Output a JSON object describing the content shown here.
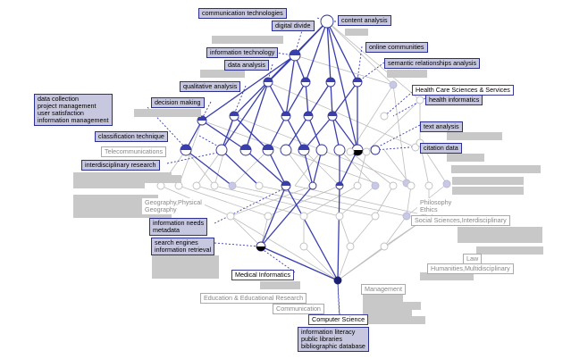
{
  "labels": {
    "l1": "communication technologies",
    "l2": "content analysis",
    "l3": "digital divide",
    "l4": "information technology",
    "l5": "online communities",
    "l6": "data analysis",
    "l7": "semantic relationships analysis",
    "l8": "qualitative analysis",
    "l9": "Health Care Sciences & Services",
    "l10": "health informatics",
    "l11": "decision making",
    "l12": "data collection\nproject management\nuser satisfaction\ninformation management",
    "l13": "text analysis",
    "l14": "classification technique",
    "l15": "citation data",
    "l16": "Telecommunications",
    "l17": "interdisciplinary research",
    "l18": "Geography,Physical\nGeography",
    "l19": "Philosophy\nEthics",
    "l20": "information needs\nmetadata",
    "l21": "Social Sciences,Interdisciplinary",
    "l22": "search engines\ninformation retrieval",
    "l23": "Law",
    "l24": "Humanities,Multidisciplinary",
    "l25": "Medical Informatics",
    "l26": "Management",
    "l27": "Education & Educational Research",
    "l28": "Communication",
    "l29": "Computer Science",
    "l30": "information literacy\npublic libraries\nbibliographic database"
  }
}
